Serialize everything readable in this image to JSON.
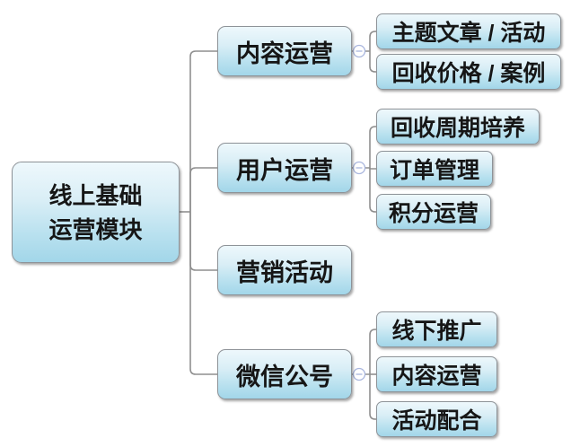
{
  "diagram": {
    "type": "mindmap",
    "root": {
      "label": "线上基础\n运营模块"
    },
    "branches": [
      {
        "label": "内容运营",
        "collapsible": true,
        "children": [
          {
            "label": "主题文章 / 活动"
          },
          {
            "label": "回收价格 / 案例"
          }
        ]
      },
      {
        "label": "用户运营",
        "collapsible": true,
        "children": [
          {
            "label": "回收周期培养"
          },
          {
            "label": "订单管理"
          },
          {
            "label": "积分运营"
          }
        ]
      },
      {
        "label": "营销活动",
        "collapsible": false,
        "children": []
      },
      {
        "label": "微信公号",
        "collapsible": true,
        "children": [
          {
            "label": "线下推广"
          },
          {
            "label": "内容运营"
          },
          {
            "label": "活动配合"
          }
        ]
      }
    ],
    "icons": {
      "collapse": "minus-circle"
    },
    "colors": {
      "node_gradient_top": "#eef8fc",
      "node_gradient_bottom": "#a2d6e9",
      "node_border": "#8e9398",
      "connector": "#8f8f8f",
      "collapse_icon": "#a9b6de",
      "text": "#161616",
      "background": "#ffffff"
    }
  }
}
